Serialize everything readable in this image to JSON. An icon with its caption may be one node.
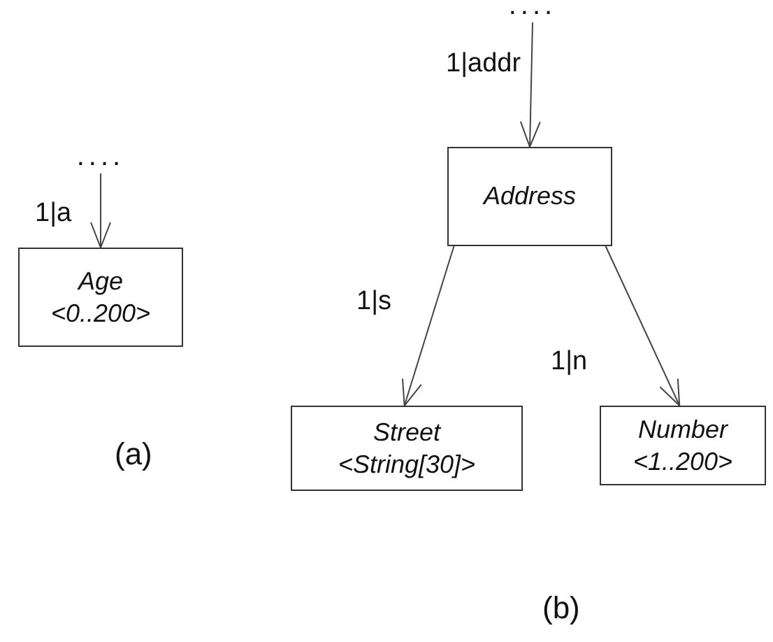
{
  "diagram": {
    "nodes": [
      {
        "text": [
          "...."
        ]
      },
      {
        "text": [
          "Age",
          "<0..200>"
        ]
      },
      {
        "text": [
          "...."
        ]
      },
      {
        "text": [
          "Address"
        ]
      },
      {
        "text": [
          "Street",
          "<String[30]>"
        ]
      },
      {
        "text": [
          "Number",
          "<1..200>"
        ]
      }
    ],
    "edges": [
      {
        "from": 0,
        "to": 1,
        "arrow": "to",
        "label": "1|a"
      },
      {
        "from": 2,
        "to": 3,
        "arrow": "to",
        "label": "1|addr"
      },
      {
        "from": 3,
        "to": 4,
        "arrow": "to",
        "label": "1|s"
      },
      {
        "from": 3,
        "to": 5,
        "arrow": "to",
        "label": "1|n"
      }
    ],
    "labels": [
      "(a)",
      "(b)"
    ]
  }
}
